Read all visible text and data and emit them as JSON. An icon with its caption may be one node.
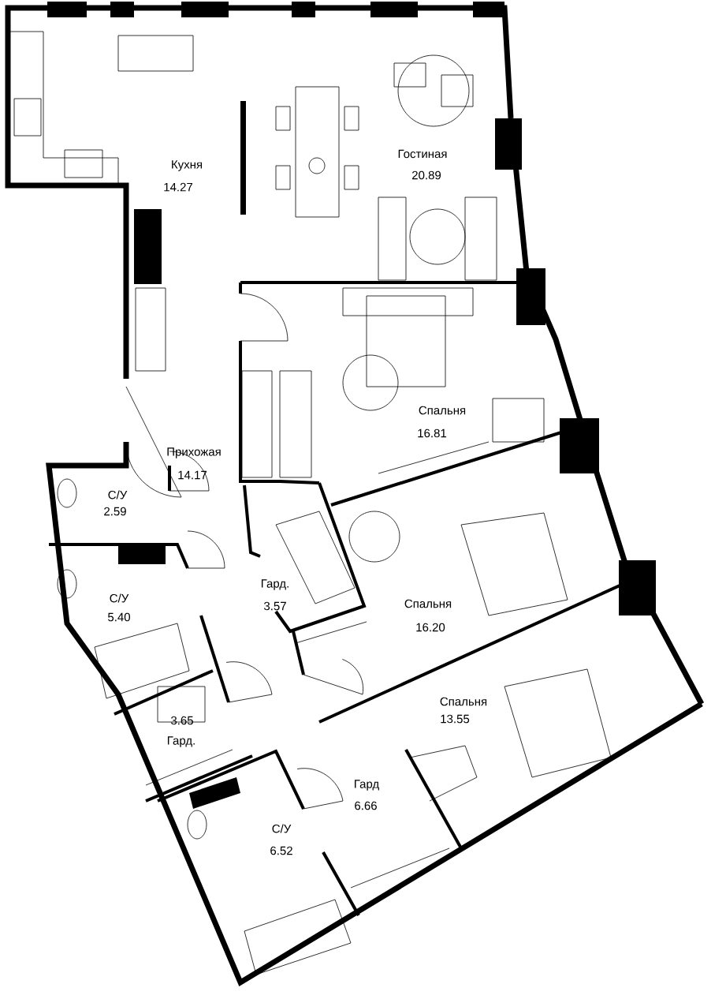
{
  "diagram": {
    "labels": [
      "Кухня",
      "14.27",
      "Гостиная",
      "20.89",
      "Спальня",
      "16.81",
      "Прихожая",
      "14.17",
      "С/У",
      "2.59",
      "С/У",
      "5.40",
      "Гард.",
      "3.57",
      "Спальня",
      "16.20",
      "Спальня",
      "13.55",
      "Гард.",
      "3.65",
      "Гард",
      "6.66",
      "С/У",
      "6.52"
    ]
  }
}
